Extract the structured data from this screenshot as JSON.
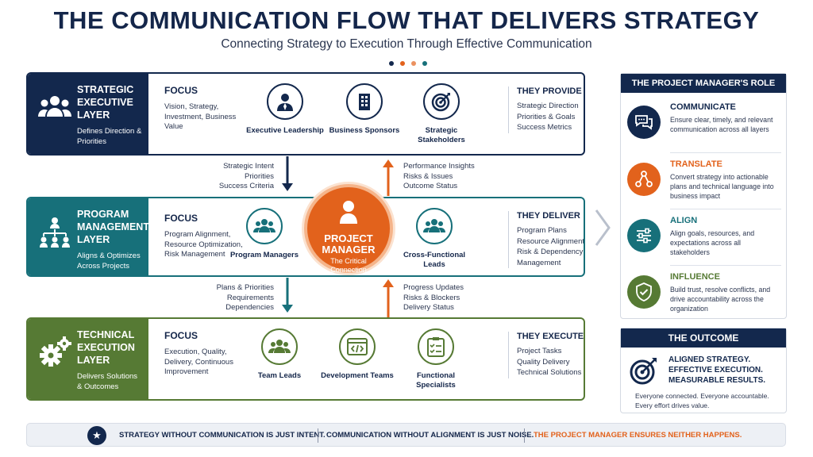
{
  "title": "THE COMMUNICATION FLOW THAT DELIVERS STRATEGY",
  "subtitle": "Connecting Strategy to Execution Through Effective Communication",
  "colors": {
    "navy": "#13284d",
    "teal": "#17707a",
    "green": "#567a34",
    "orange": "#e2621c"
  },
  "layers": {
    "strategic": {
      "title": "STRATEGIC EXECUTIVE LAYER",
      "desc": "Defines Direction & Priorities",
      "focus_title": "FOCUS",
      "focus_text": "Vision, Strategy, Investment, Business Value",
      "roles": [
        "Executive Leadership",
        "Business Sponsors",
        "Strategic Stakeholders"
      ],
      "provide_title": "THEY PROVIDE",
      "provide_items": [
        "Strategic Direction",
        "Priorities & Goals",
        "Success Metrics"
      ]
    },
    "program": {
      "title": "PROGRAM MANAGEMENT LAYER",
      "desc": "Aligns & Optimizes Across Projects",
      "focus_title": "FOCUS",
      "focus_text": "Program Alignment, Resource Optimization, Risk Management",
      "roles": [
        "Program Managers",
        "Cross-Functional Leads"
      ],
      "provide_title": "THEY DELIVER",
      "provide_items": [
        "Program Plans",
        "Resource Alignment",
        "Risk & Dependency Management"
      ]
    },
    "technical": {
      "title": "TECHNICAL EXECUTION LAYER",
      "desc": "Delivers Solutions & Outcomes",
      "focus_title": "FOCUS",
      "focus_text": "Execution, Quality, Delivery, Continuous Improvement",
      "roles": [
        "Team Leads",
        "Development Teams",
        "Functional Specialists"
      ],
      "provide_title": "THEY EXECUTE",
      "provide_items": [
        "Project Tasks",
        "Quality Delivery",
        "Technical Solutions"
      ]
    }
  },
  "flows": {
    "down1": [
      "Strategic Intent",
      "Priorities",
      "Success Criteria"
    ],
    "up1": [
      "Performance Insights",
      "Risks & Issues",
      "Outcome Status"
    ],
    "down2": [
      "Plans & Priorities",
      "Requirements",
      "Dependencies"
    ],
    "up2": [
      "Progress Updates",
      "Risks & Blockers",
      "Delivery Status"
    ]
  },
  "pm": {
    "title_line1": "PROJECT",
    "title_line2": "MANAGER",
    "sub_line1": "The Critical",
    "sub_line2": "Connection"
  },
  "role_panel": {
    "header": "THE PROJECT MANAGER'S ROLE",
    "items": [
      {
        "title": "COMMUNICATE",
        "text": "Ensure clear, timely, and relevant communication across all layers",
        "icon": "chat-icon",
        "color": "#13284d"
      },
      {
        "title": "TRANSLATE",
        "text": "Convert strategy into actionable plans and technical language into business impact",
        "icon": "share-icon",
        "color": "#e2621c"
      },
      {
        "title": "ALIGN",
        "text": "Align goals, resources, and expectations across all stakeholders",
        "icon": "sliders-icon",
        "color": "#17707a"
      },
      {
        "title": "INFLUENCE",
        "text": "Build trust, resolve conflicts, and drive accountability across the organization",
        "icon": "shield-check-icon",
        "color": "#567a34"
      }
    ]
  },
  "outcome": {
    "header": "THE OUTCOME",
    "line1": "ALIGNED STRATEGY.",
    "line2": "EFFECTIVE EXECUTION.",
    "line3": "MEASURABLE RESULTS.",
    "note1": "Everyone connected. Everyone accountable.",
    "note2": "Every effort drives value."
  },
  "bottom": {
    "q1": "STRATEGY WITHOUT COMMUNICATION IS JUST INTENT.",
    "q2": "COMMUNICATION WITHOUT ALIGNMENT IS JUST NOISE.",
    "q3": "THE PROJECT MANAGER ENSURES NEITHER HAPPENS."
  }
}
